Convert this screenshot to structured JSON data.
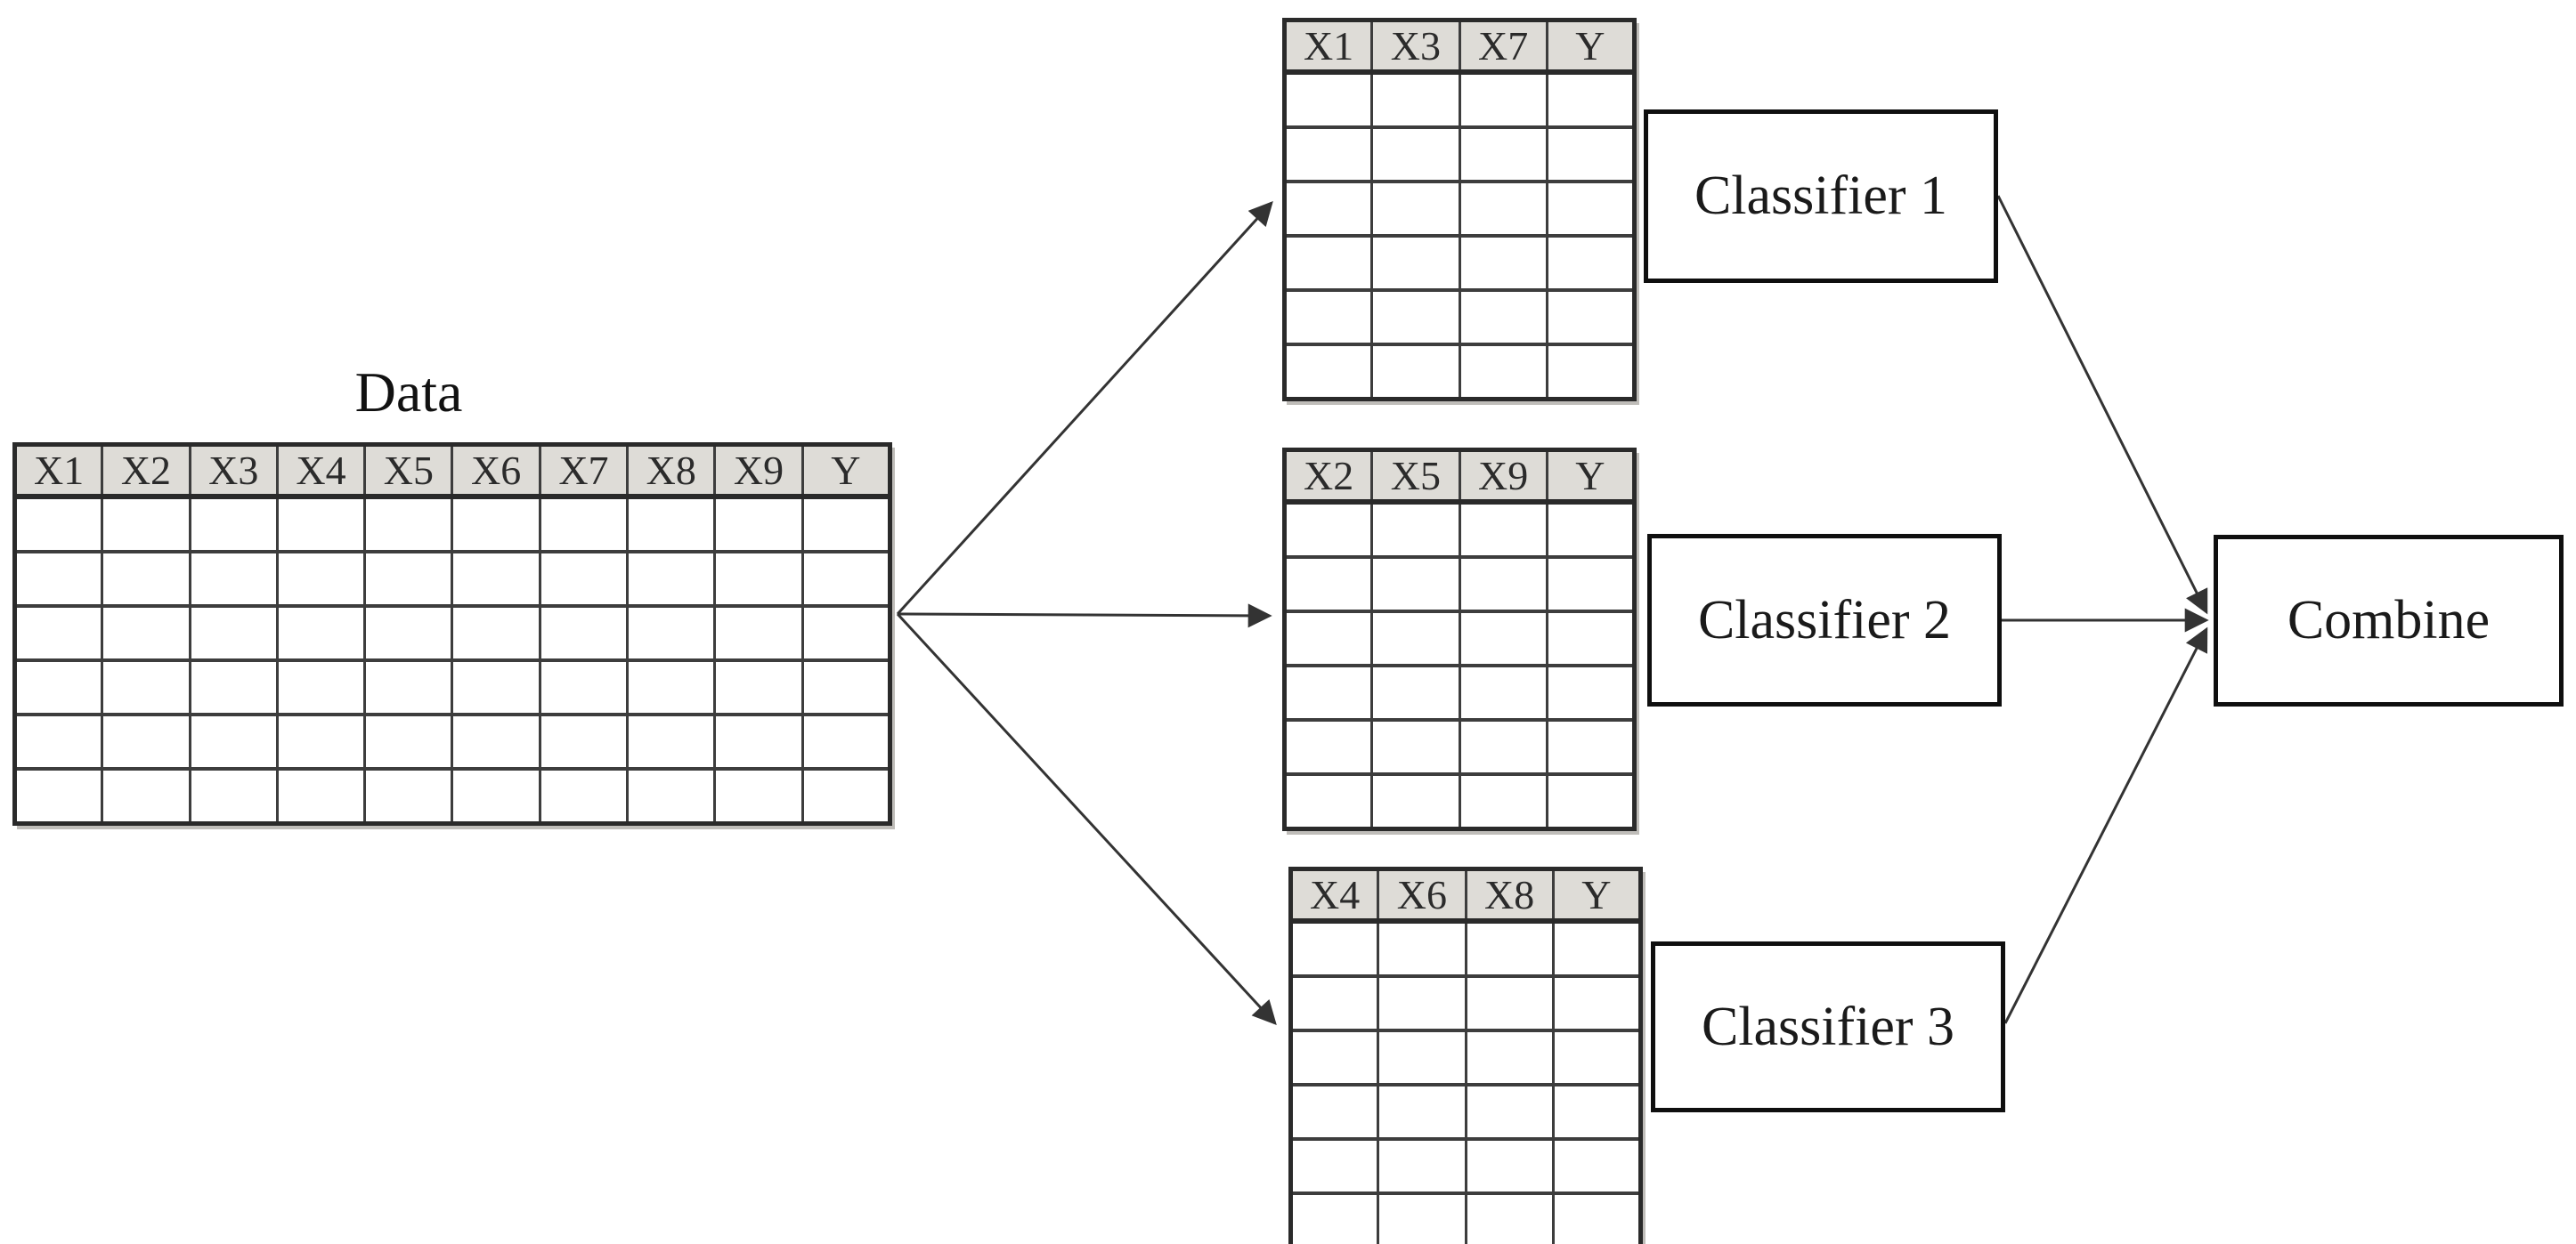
{
  "diagram": {
    "title": "Data",
    "dataset_table": {
      "headers": [
        "X1",
        "X2",
        "X3",
        "X4",
        "X5",
        "X6",
        "X7",
        "X8",
        "X9",
        "Y"
      ],
      "empty_rows": 6
    },
    "subset_tables": [
      {
        "headers": [
          "X1",
          "X3",
          "X7",
          "Y"
        ],
        "empty_rows": 6
      },
      {
        "headers": [
          "X2",
          "X5",
          "X9",
          "Y"
        ],
        "empty_rows": 6
      },
      {
        "headers": [
          "X4",
          "X6",
          "X8",
          "Y"
        ],
        "empty_rows": 6
      }
    ],
    "classifiers": [
      {
        "label": "Classifier 1"
      },
      {
        "label": "Classifier 2"
      },
      {
        "label": "Classifier 3"
      }
    ],
    "combine": {
      "label": "Combine"
    },
    "colors": {
      "header_fill": "#dedcd7",
      "grid_line": "#3d3d3d",
      "outer_border": "#2a2a2a",
      "box_border": "#0f0f0f",
      "arrow": "#333333",
      "text": "#1a1a1a"
    }
  }
}
